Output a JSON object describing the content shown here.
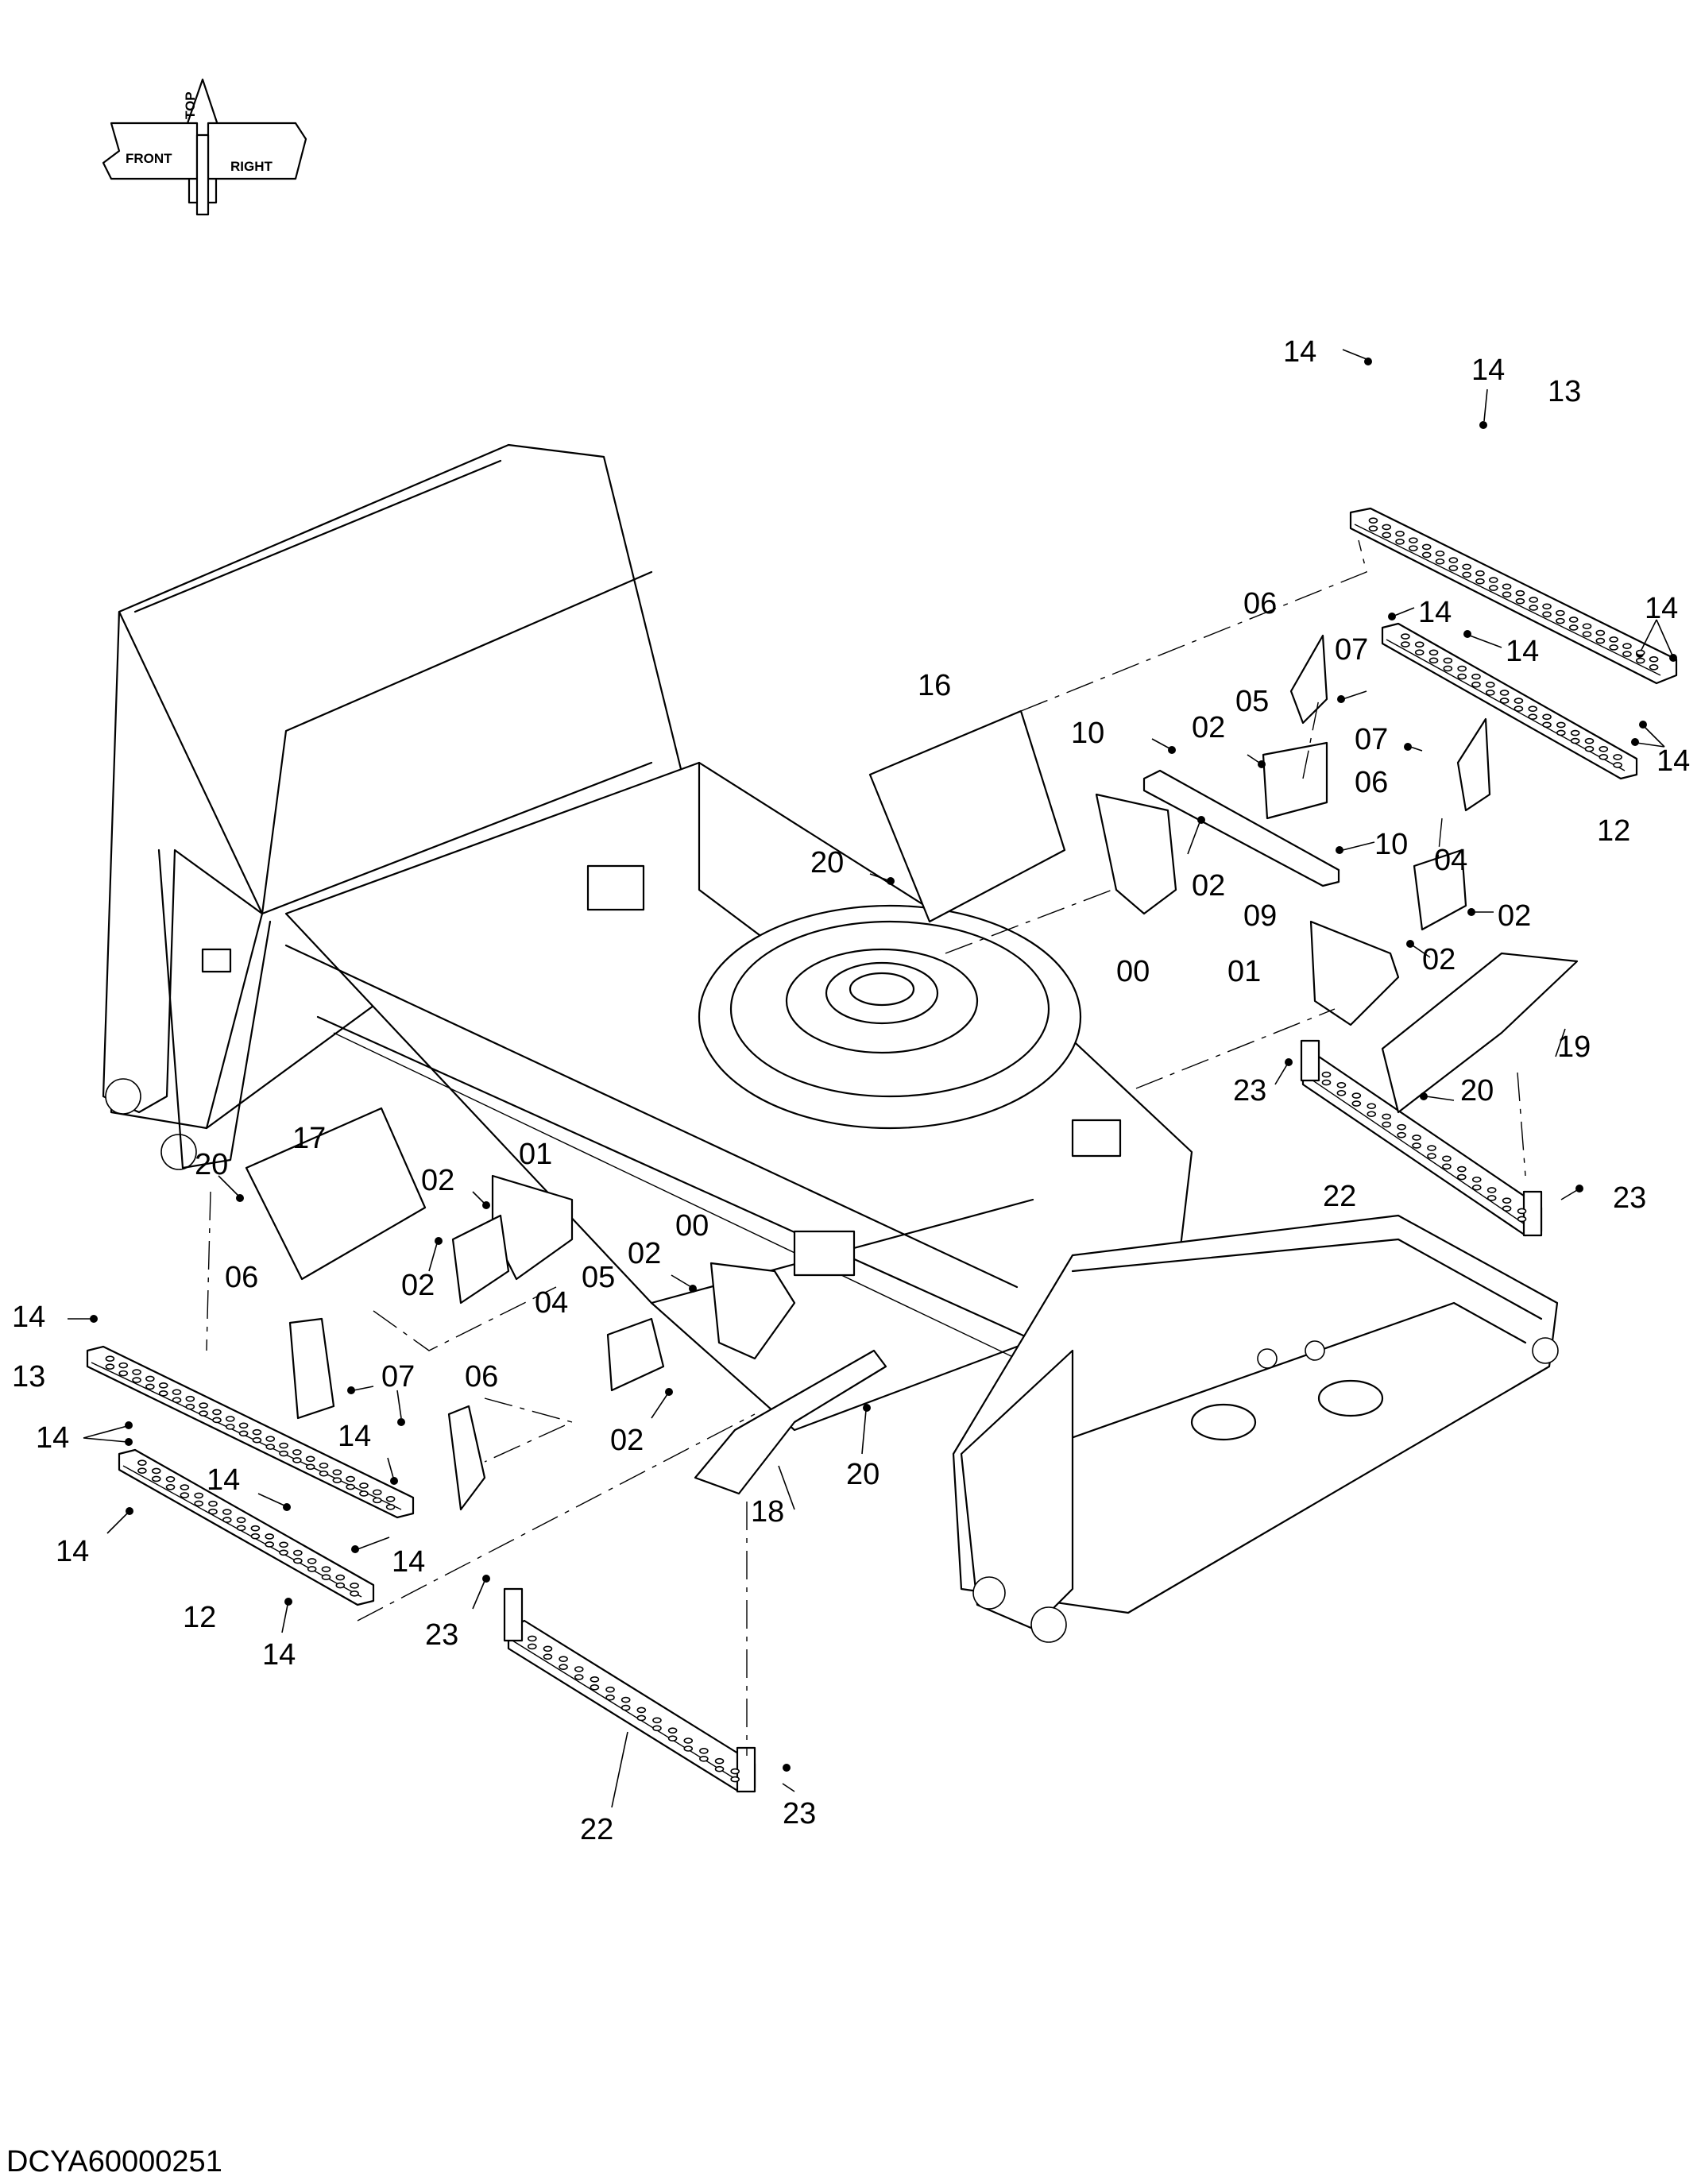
{
  "drawing_code": "DCYA60000251",
  "orientation": {
    "top": "TOP",
    "front": "FRONT",
    "right": "RIGHT"
  },
  "callouts": [
    {
      "label": "14"
    },
    {
      "label": "14"
    },
    {
      "label": "13"
    },
    {
      "label": "14"
    },
    {
      "label": "06"
    },
    {
      "label": "14"
    },
    {
      "label": "07"
    },
    {
      "label": "14"
    },
    {
      "label": "14"
    },
    {
      "label": "16"
    },
    {
      "label": "10"
    },
    {
      "label": "02"
    },
    {
      "label": "05"
    },
    {
      "label": "07"
    },
    {
      "label": "06"
    },
    {
      "label": "12"
    },
    {
      "label": "20"
    },
    {
      "label": "02"
    },
    {
      "label": "10"
    },
    {
      "label": "04"
    },
    {
      "label": "09"
    },
    {
      "label": "02"
    },
    {
      "label": "00"
    },
    {
      "label": "01"
    },
    {
      "label": "02"
    },
    {
      "label": "19"
    },
    {
      "label": "23"
    },
    {
      "label": "20"
    },
    {
      "label": "17"
    },
    {
      "label": "20"
    },
    {
      "label": "01"
    },
    {
      "label": "02"
    },
    {
      "label": "23"
    },
    {
      "label": "22"
    },
    {
      "label": "02"
    },
    {
      "label": "00"
    },
    {
      "label": "02"
    },
    {
      "label": "04"
    },
    {
      "label": "06"
    },
    {
      "label": "05"
    },
    {
      "label": "14"
    },
    {
      "label": "13"
    },
    {
      "label": "07"
    },
    {
      "label": "06"
    },
    {
      "label": "14"
    },
    {
      "label": "14"
    },
    {
      "label": "02"
    },
    {
      "label": "20"
    },
    {
      "label": "14"
    },
    {
      "label": "18"
    },
    {
      "label": "14"
    },
    {
      "label": "14"
    },
    {
      "label": "12"
    },
    {
      "label": "14"
    },
    {
      "label": "23"
    },
    {
      "label": "22"
    },
    {
      "label": "23"
    }
  ]
}
